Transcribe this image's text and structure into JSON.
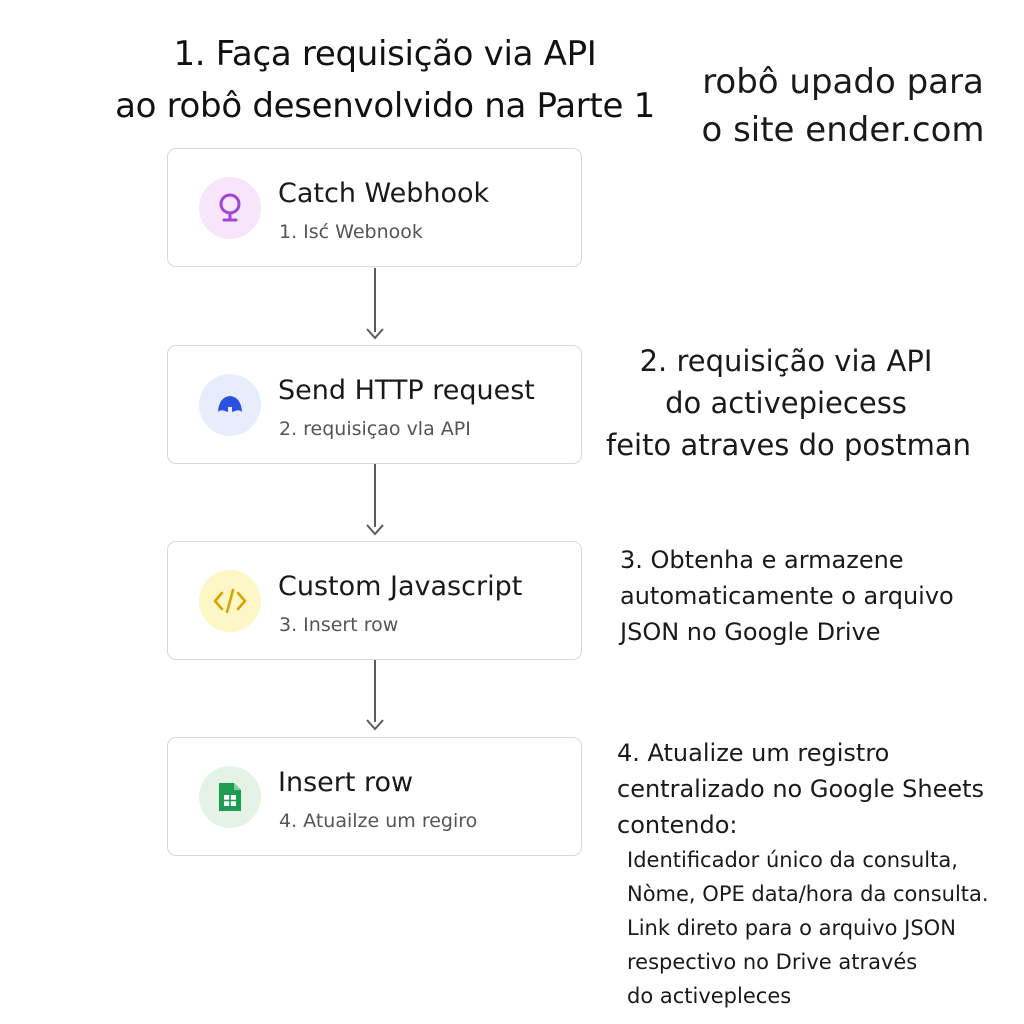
{
  "title": {
    "line1": "1. Faça requisição via API",
    "line2": "ao robô desenvolvido na Parte 1"
  },
  "top_note": {
    "line1": "robô upado para",
    "line2": "o site ender.com"
  },
  "steps": [
    {
      "name": "Catch Webhook",
      "subtitle": "1. Isć Webnook",
      "icon": "webhook-icon",
      "icon_bg": "#f7e5fb",
      "icon_color": "#a045d6"
    },
    {
      "name": "Send HTTP request",
      "subtitle": "2. requisiçao  vla API",
      "icon": "http-request-icon",
      "icon_bg": "#e7edfd",
      "icon_color": "#2b4fe0"
    },
    {
      "name": "Custom Javascript",
      "subtitle": "3. Insert row",
      "icon": "code-icon",
      "icon_bg": "#fdf6c7",
      "icon_color": "#d9a400"
    },
    {
      "name": "Insert row",
      "subtitle": "4. Atuailze um regiro",
      "icon": "google-sheets-icon",
      "icon_bg": "#e5f3e6",
      "icon_color": "#1e9d52"
    }
  ],
  "notes": {
    "step2": {
      "line1": "2. requisição via API",
      "line2": "do activepiecess",
      "line3": "feito atraves do postman"
    },
    "step3": {
      "line1": "3. Obtenha e armazene",
      "line2": "automaticamente o arquivo",
      "line3": "JSON no Google Drive"
    },
    "step4": {
      "line1": "4. Atualize um registro",
      "line2": "centralizado no Google Sheets",
      "line3": "contendo:",
      "items": [
        "Identificador único da consulta,",
        "Nòme, OPE data/hora da consulta.",
        "Link direto para o arquivo JSON",
        "respectivo no Drive através",
        "do activepleces"
      ]
    }
  }
}
